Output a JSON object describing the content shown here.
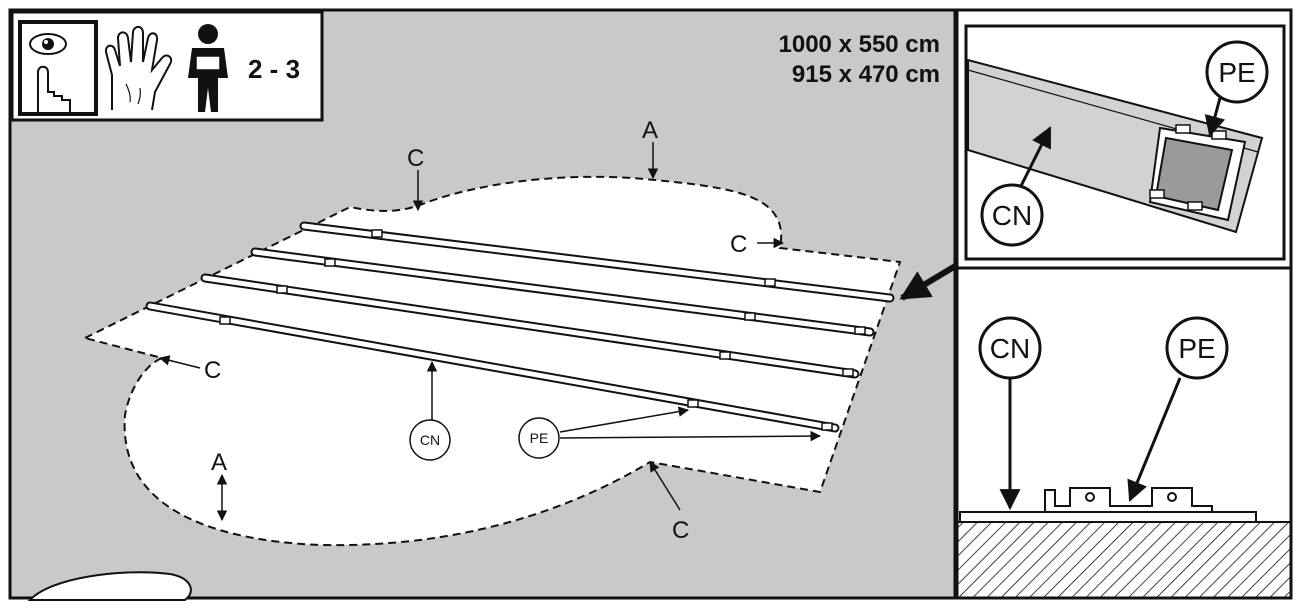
{
  "dimensions": {
    "line1": "1000 x 550 cm",
    "line2": "915 x 470 cm"
  },
  "icons": {
    "items": [
      "eye-finger-icon",
      "glove-icon",
      "person-icon"
    ],
    "persons": "2 - 3"
  },
  "main_labels": {
    "A_top": "A",
    "A_bottom": "A",
    "C_top": "C",
    "C_right": "C",
    "C_left": "C",
    "C_bottom": "C",
    "CN": "CN",
    "PE": "PE"
  },
  "detail_top": {
    "CN": "CN",
    "PE": "PE"
  },
  "detail_bottom": {
    "CN": "CN",
    "PE": "PE"
  },
  "colors": {
    "background": "#c9c9c9",
    "pool": "#ffffff",
    "line": "#111111",
    "panel_gray": "#9a9a9a"
  }
}
